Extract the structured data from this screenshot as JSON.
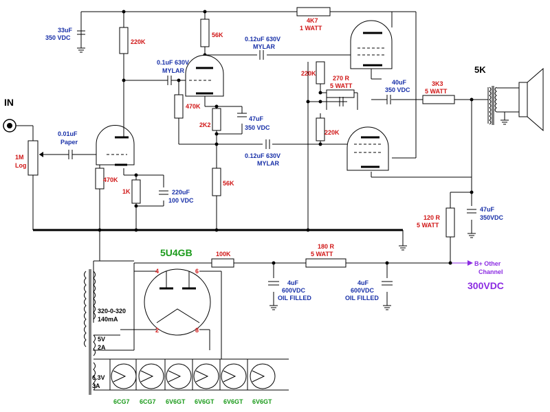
{
  "input": {
    "label": "IN"
  },
  "pot": {
    "value": "1M",
    "taper": "Log"
  },
  "coupling_in": {
    "value": "0.01uF",
    "type": "Paper"
  },
  "filter_cap_top": {
    "value": "33uF",
    "voltage": "350 VDC"
  },
  "r_plate1": "220K",
  "r_grid1": "470K",
  "r_cathode1": "1K",
  "cap_cathode1": {
    "value": "220uF",
    "voltage": "100 VDC"
  },
  "coupling_mid": {
    "value": "0.1uF 630V",
    "type": "MYLAR"
  },
  "r_grid2": "470K",
  "r_plate2": "56K",
  "r_cathode2": "2K2",
  "cap_cathode2": {
    "value": "47uF",
    "voltage": "350 VDC"
  },
  "r_tail": "56K",
  "coupling_top": {
    "value": "0.12uF 630V",
    "type": "MYLAR"
  },
  "coupling_bot": {
    "value": "0.12uF 630V",
    "type": "MYLAR"
  },
  "r_b_plus": {
    "value": "4K7",
    "power": "1 WATT"
  },
  "r_grid3": "220K",
  "r_grid4": "220K",
  "r_cathode_out": {
    "value": "270 R",
    "power": "5 WATT"
  },
  "cap_out": {
    "value": "40uF",
    "voltage": "350 VDC"
  },
  "r_out": {
    "value": "3K3",
    "power": "5 WATT"
  },
  "transformer": {
    "impedance": "5K"
  },
  "r_supply": {
    "value": "120 R",
    "power": "5 WATT"
  },
  "cap_supply": {
    "value": "47uF",
    "voltage": "350VDC"
  },
  "rectifier": {
    "name": "5U4GB",
    "pins": [
      "4",
      "6",
      "2",
      "8"
    ]
  },
  "r_rect": "100K",
  "r_filter": {
    "value": "180 R",
    "power": "5 WATT"
  },
  "cap_filter1": {
    "value": "4uF",
    "voltage": "600VDC",
    "type": "OIL FILLED"
  },
  "cap_filter2": {
    "value": "4uF",
    "voltage": "600VDC",
    "type": "OIL FILLED"
  },
  "b_plus": {
    "line1": "B+ Other",
    "line2": "Channel",
    "voltage": "300VDC"
  },
  "power_transformer": {
    "hv": "320-0-320",
    "hv_current": "140mA",
    "rect_v": "5V",
    "rect_a": "2A",
    "heater_v": "6.3V",
    "heater_a": "3A"
  },
  "tubes": [
    "6CG7",
    "6CG7",
    "6V6GT",
    "6V6GT",
    "6V6GT",
    "6V6GT"
  ],
  "colors": {
    "resistor": "#d01515",
    "capacitor": "#1830a8",
    "tube": "#1a9a1a",
    "supply": "#8b2be2"
  }
}
